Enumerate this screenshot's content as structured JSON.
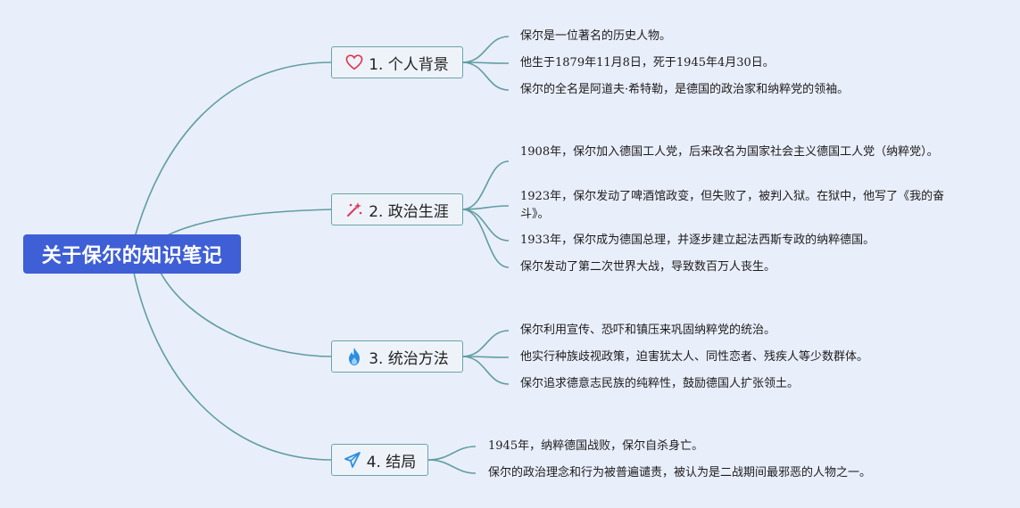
{
  "root": {
    "label": "关于保尔的知识笔记"
  },
  "branches": [
    {
      "label": "1. 个人背景",
      "icon": "heart-icon",
      "leaves": [
        "保尔是一位著名的历史人物。",
        "他生于1879年11月8日，死于1945年4月30日。",
        "保尔的全名是阿道夫·希特勒，是德国的政治家和纳粹党的领袖。"
      ]
    },
    {
      "label": "2. 政治生涯",
      "icon": "sparkle-wand-icon",
      "leaves": [
        "1908年，保尔加入德国工人党，后来改名为国家社会主义德国工人党（纳粹党）。",
        "1923年，保尔发动了啤酒馆政变，但失败了，被判入狱。在狱中，他写了《我的奋斗》。",
        "1933年，保尔成为德国总理，并逐步建立起法西斯专政的纳粹德国。",
        "保尔发动了第二次世界大战，导致数百万人丧生。"
      ]
    },
    {
      "label": "3. 统治方法",
      "icon": "flame-icon",
      "leaves": [
        "保尔利用宣传、恐吓和镇压来巩固纳粹党的统治。",
        "他实行种族歧视政策，迫害犹太人、同性恋者、残疾人等少数群体。",
        "保尔追求德意志民族的纯粹性，鼓励德国人扩张领土。"
      ]
    },
    {
      "label": "4. 结局",
      "icon": "paper-plane-icon",
      "leaves": [
        "1945年，纳粹德国战败，保尔自杀身亡。",
        "保尔的政治理念和行为被普遍谴责，被认为是二战期间最邪恶的人物之一。"
      ]
    }
  ],
  "colors": {
    "root_bg": "#3f5fd6",
    "connector": "#5f9ea0",
    "branch_border": "#6aa5a8",
    "background": "#e9eefb",
    "heart": "#e0354a",
    "sparkle": "#e0355f",
    "flame": "#2b8fe0",
    "plane": "#2b8fe0"
  }
}
